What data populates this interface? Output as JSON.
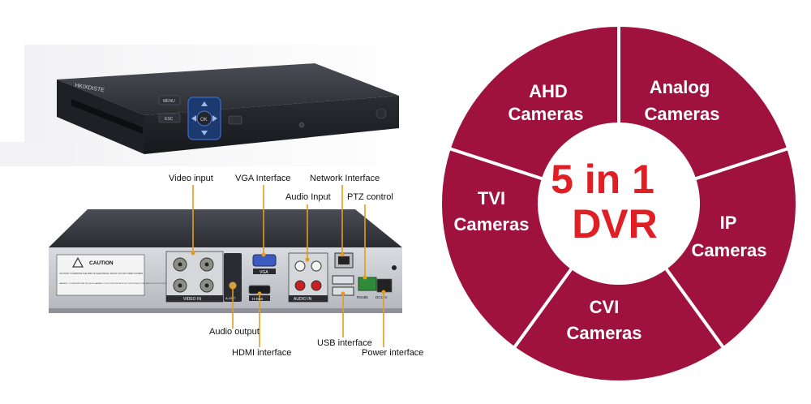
{
  "device": {
    "brand": "HKIXDISTE",
    "menu_label": "MENU",
    "esc_label": "ESC",
    "ok_label": "OK",
    "caution_title": "CAUTION",
    "caution_text": "CAUTION: TO REDUCE THE RISK OF ELECTRICAL SHOCK. DO NOT OPEN COVERS.",
    "warning_text": "WARNING: TO PREVENT FIRE OR SHOCK HAZARD, DO NOT EXPOSE UNITS NOT SPECIFICALLY DESIGNED FOR OUTDOOR USE TO RAIN OR MOISTURE.",
    "port_labels": {
      "video_in": "VIDEO IN",
      "audio_in": "AUDIO IN",
      "vga": "VGA",
      "hdmi": "H-DMI",
      "aout": "A-OUT",
      "rs485": "RS485",
      "dc12v": "DC12V"
    }
  },
  "annotations": [
    {
      "id": "video-input",
      "text": "Video input"
    },
    {
      "id": "vga-interface",
      "text": "VGA Interface"
    },
    {
      "id": "network-interface",
      "text": "Network Interface"
    },
    {
      "id": "audio-input",
      "text": "Audio Input"
    },
    {
      "id": "ptz-control",
      "text": "PTZ control"
    },
    {
      "id": "audio-output",
      "text": "Audio output"
    },
    {
      "id": "hdmi-interface",
      "text": "HDMI interface"
    },
    {
      "id": "usb-interface",
      "text": "USB interface"
    },
    {
      "id": "power-interface",
      "text": "Power interface"
    }
  ],
  "wheel": {
    "center_line1": "5 in 1",
    "center_line2": "DVR",
    "segments": [
      {
        "line1": "AHD",
        "line2": "Cameras"
      },
      {
        "line1": "Analog",
        "line2": "Cameras"
      },
      {
        "line1": "IP",
        "line2": "Cameras"
      },
      {
        "line1": "CVI",
        "line2": "Cameras"
      },
      {
        "line1": "TVI",
        "line2": "Cameras"
      }
    ],
    "color": "#a0123e",
    "center_color": "#ffffff",
    "center_text_color": "#e01f25"
  }
}
